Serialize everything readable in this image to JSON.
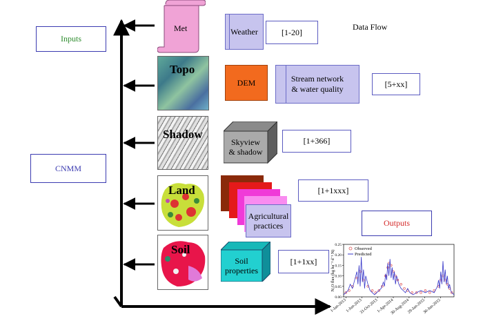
{
  "left_boxes": {
    "inputs": "Inputs",
    "cnmm": "CNMM",
    "outputs": "Outputs"
  },
  "title": "Data Flow",
  "rows": [
    {
      "thumb": "Met",
      "items": [
        "Weather"
      ],
      "range": "[1-20]"
    },
    {
      "thumb": "Topo",
      "items": [
        "DEM",
        "Stream network\n& water quality"
      ],
      "range": "[5+xx]"
    },
    {
      "thumb": "Shadow",
      "items": [
        "Skyview\n& shadow"
      ],
      "range": "[1+366]"
    },
    {
      "thumb": "Land",
      "items": [
        "Agricultural\npractices"
      ],
      "range": "[1+1xxx]"
    },
    {
      "thumb": "Soil",
      "items": [
        "Soil\nproperties"
      ],
      "range": "[1+1xx]"
    }
  ],
  "chart_data": {
    "type": "line",
    "ylabel": "N₂O flux (kg ha⁻¹ d⁻¹ N)",
    "ylim": [
      0,
      0.25
    ],
    "y_ticks": [
      "0.00",
      "0.05",
      "0.10",
      "0.15",
      "0.20",
      "0.25"
    ],
    "x_ticks": [
      "1-Jan-2013",
      "1-Jun-2013",
      "31-Oct-2013",
      "1-Apr-2014",
      "30-Aug-2014",
      "29-Jan-2015",
      "30-Jun-2015"
    ],
    "series": [
      {
        "name": "Observed",
        "type": "scatter",
        "color": "#e05b5b",
        "x": [
          0.02,
          0.05,
          0.08,
          0.12,
          0.15,
          0.18,
          0.22,
          0.26,
          0.29,
          0.32,
          0.35,
          0.38,
          0.4,
          0.41,
          0.43,
          0.45,
          0.47,
          0.49,
          0.52,
          0.55,
          0.58,
          0.62,
          0.66,
          0.7,
          0.74,
          0.78,
          0.82,
          0.86,
          0.88,
          0.9,
          0.92,
          0.94,
          0.96,
          0.98
        ],
        "y": [
          0.02,
          0.03,
          0.05,
          0.09,
          0.12,
          0.08,
          0.05,
          0.03,
          0.02,
          0.03,
          0.05,
          0.1,
          0.14,
          0.16,
          0.15,
          0.12,
          0.1,
          0.08,
          0.06,
          0.04,
          0.03,
          0.02,
          0.02,
          0.02,
          0.03,
          0.02,
          0.03,
          0.05,
          0.08,
          0.1,
          0.08,
          0.06,
          0.04,
          0.02
        ]
      },
      {
        "name": "Predicted",
        "type": "line",
        "color": "#3535c8",
        "x": [
          0,
          0.02,
          0.04,
          0.06,
          0.08,
          0.1,
          0.12,
          0.13,
          0.14,
          0.15,
          0.16,
          0.17,
          0.18,
          0.19,
          0.2,
          0.22,
          0.24,
          0.26,
          0.28,
          0.3,
          0.32,
          0.34,
          0.36,
          0.37,
          0.38,
          0.39,
          0.4,
          0.41,
          0.42,
          0.43,
          0.44,
          0.45,
          0.46,
          0.47,
          0.48,
          0.5,
          0.52,
          0.54,
          0.56,
          0.58,
          0.6,
          0.63,
          0.66,
          0.7,
          0.74,
          0.78,
          0.82,
          0.85,
          0.86,
          0.87,
          0.88,
          0.89,
          0.9,
          0.91,
          0.92,
          0.93,
          0.94,
          0.95,
          0.96,
          0.97,
          0.98,
          1.0
        ],
        "y": [
          0.01,
          0.02,
          0.03,
          0.06,
          0.04,
          0.08,
          0.12,
          0.06,
          0.15,
          0.05,
          0.19,
          0.07,
          0.13,
          0.04,
          0.1,
          0.06,
          0.03,
          0.02,
          0.01,
          0.02,
          0.03,
          0.04,
          0.07,
          0.05,
          0.11,
          0.08,
          0.16,
          0.1,
          0.18,
          0.09,
          0.14,
          0.08,
          0.12,
          0.06,
          0.1,
          0.06,
          0.04,
          0.03,
          0.02,
          0.04,
          0.02,
          0.01,
          0.02,
          0.03,
          0.02,
          0.03,
          0.02,
          0.05,
          0.08,
          0.04,
          0.12,
          0.06,
          0.17,
          0.07,
          0.13,
          0.06,
          0.1,
          0.04,
          0.06,
          0.03,
          0.02,
          0.01
        ]
      }
    ]
  }
}
